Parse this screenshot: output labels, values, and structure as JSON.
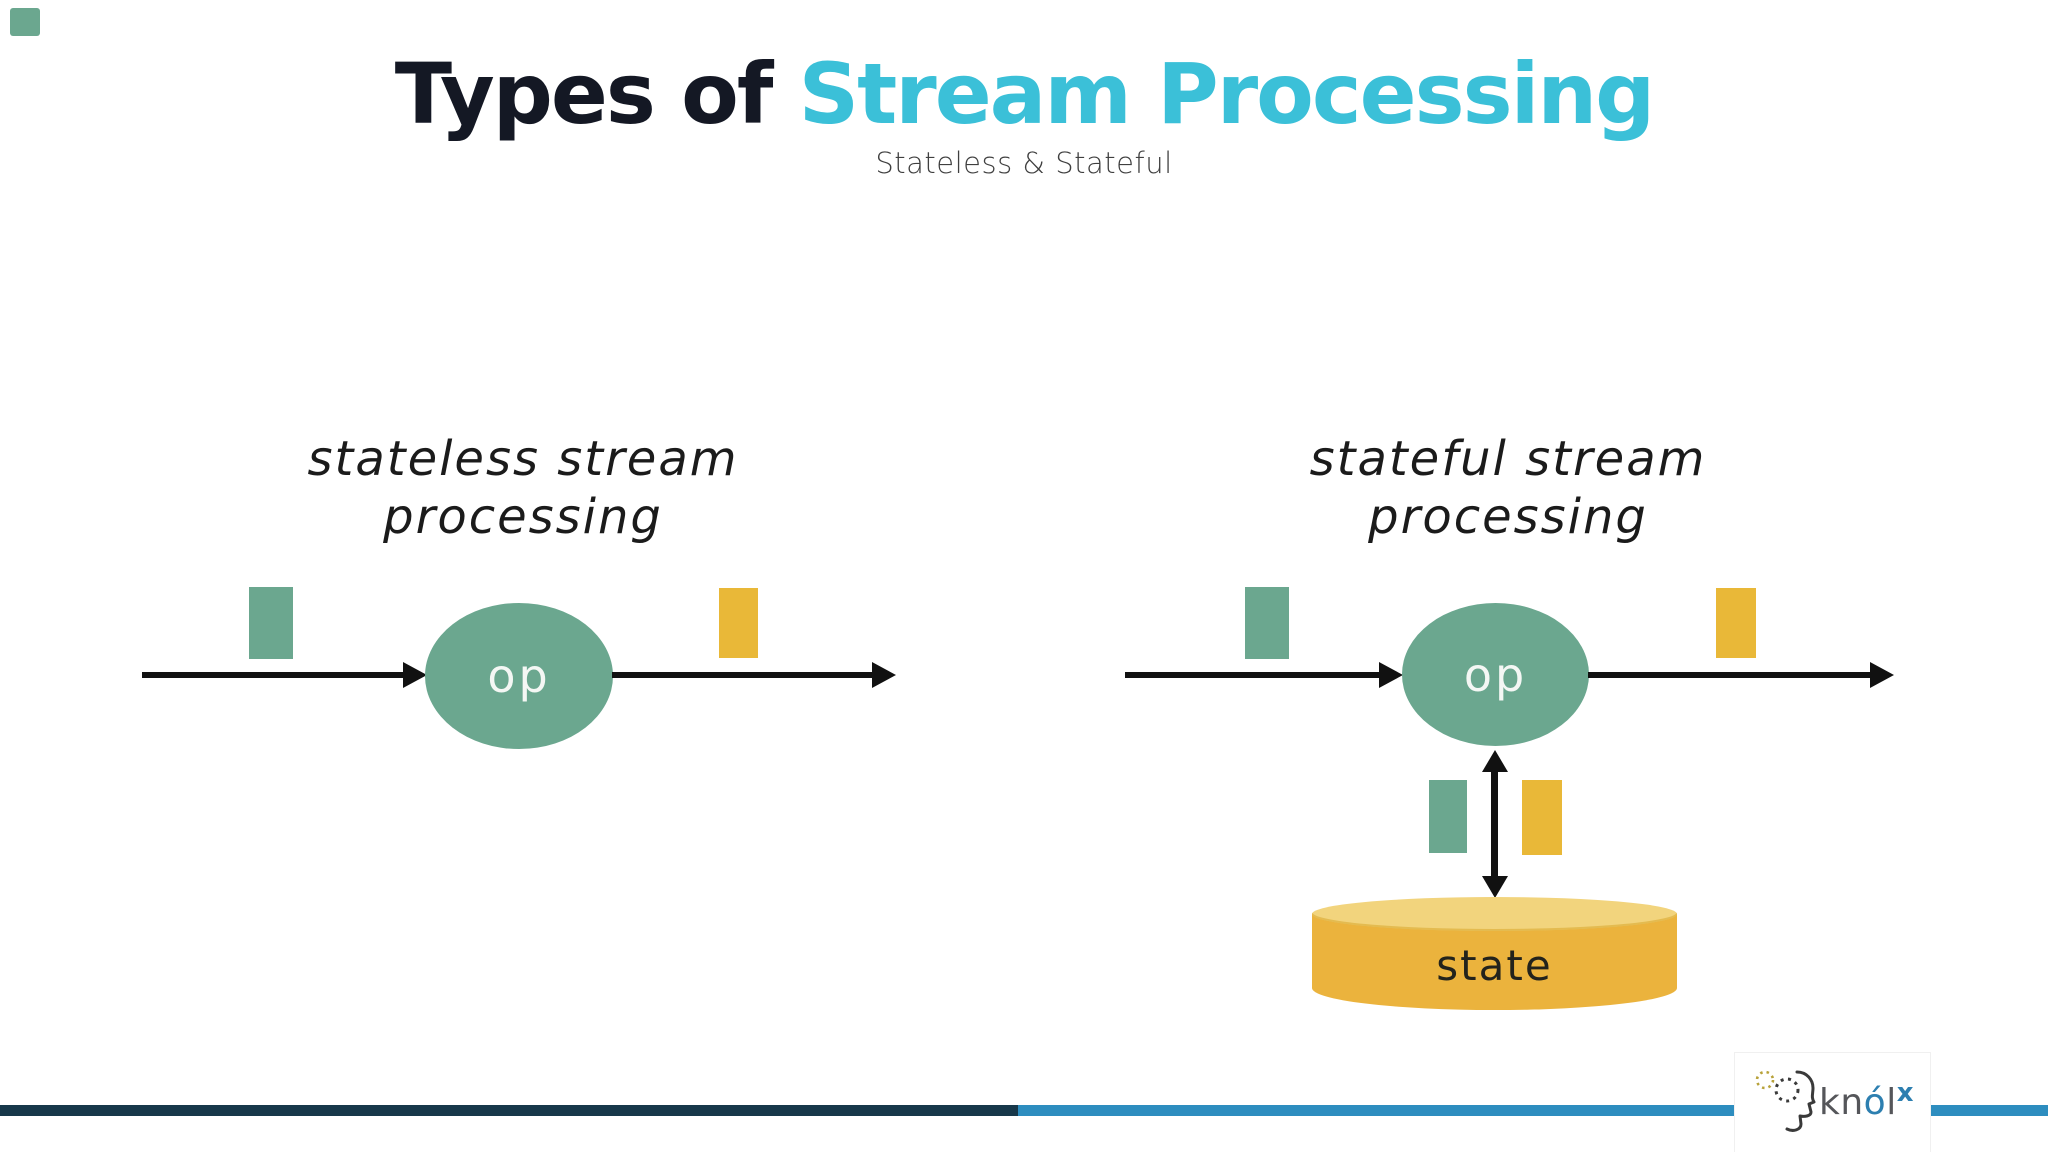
{
  "page": {
    "title_prefix": "Types of ",
    "title_highlight": "Stream Processing",
    "subtitle": "Stateless & Stateful"
  },
  "colors": {
    "title_dark": "#141824",
    "title_accent": "#3BC0D8",
    "record_green": "#6BA78F",
    "record_yellow": "#E9B838",
    "operator_fill": "#6BA78F",
    "operator_text": "#F4F7F4",
    "cylinder_body": "#EBB33D",
    "cylinder_top": "#F2D47D",
    "arrow_black": "#111111",
    "footer_bar_dark": "#17384A",
    "footer_bar_blue": "#2D8DBF",
    "logo_blue": "#2D7FB0",
    "logo_gray": "#55565A"
  },
  "stateless_diagram": {
    "title_line1": "stateless stream",
    "title_line2": "processing",
    "operator_label": "op"
  },
  "stateful_diagram": {
    "title_line1": "stateful stream",
    "title_line2": "processing",
    "operator_label": "op",
    "state_label": "state"
  },
  "footer": {
    "logo_text": "knól",
    "logo_sup": "x"
  }
}
